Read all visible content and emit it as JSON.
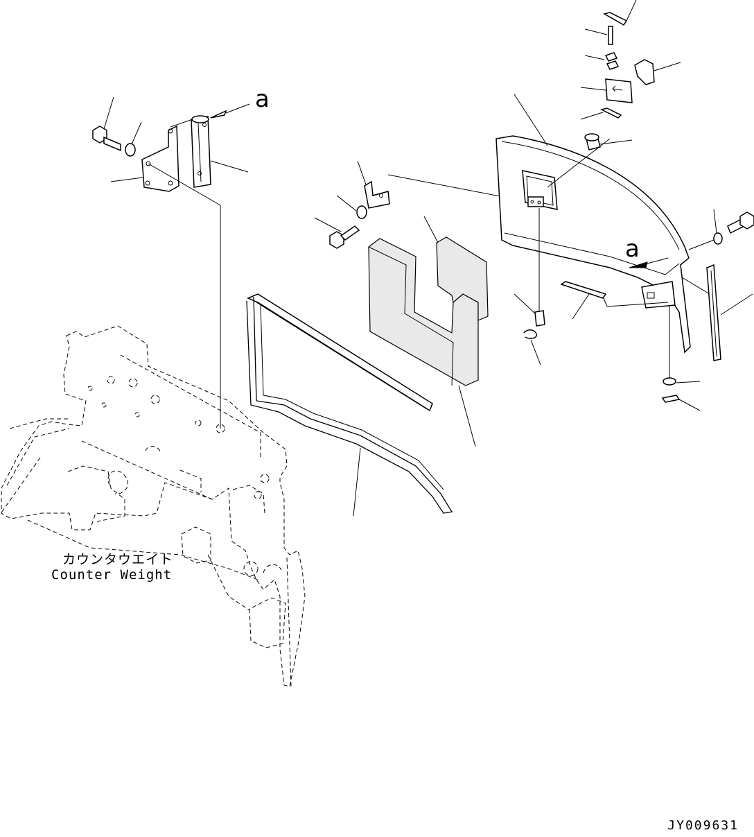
{
  "diagram": {
    "ref_label_left": "a",
    "ref_label_right": "a",
    "counterweight_label_jp": "カウンタウエイト",
    "counterweight_label_en": "Counter Weight",
    "drawing_number": "JY009631"
  }
}
